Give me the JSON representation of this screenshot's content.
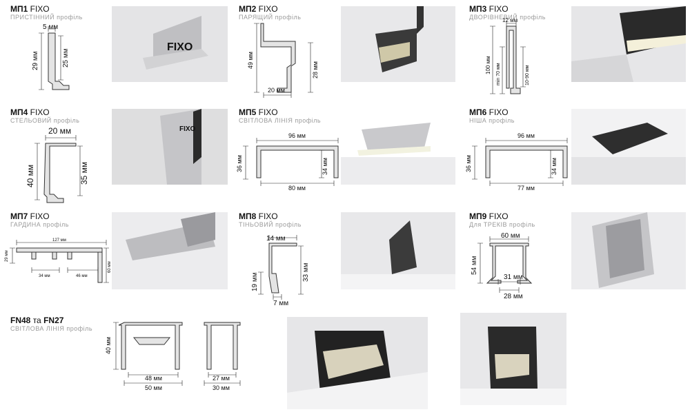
{
  "profiles": [
    {
      "code": "МП1",
      "brand": "FIXO",
      "subtitle": "ПРИСТІННИЙ профіль",
      "dims": [
        "5 мм",
        "29 мм",
        "25 мм"
      ]
    },
    {
      "code": "МП2",
      "brand": "FIXO",
      "subtitle": "ПАРЯЩИЙ профіль",
      "dims": [
        "49 мм",
        "28 мм",
        "20 мм"
      ]
    },
    {
      "code": "МП3",
      "brand": "FIXO",
      "subtitle": "ДВОРІВНЕВИЙ профіль",
      "dims": [
        "12 мм",
        "100 мм",
        "min 70 мм",
        "10-90 мм"
      ]
    },
    {
      "code": "МП4",
      "brand": "FIXO",
      "subtitle": "СТЕЛЬОВИЙ профіль",
      "dims": [
        "20 мм",
        "40 мм",
        "35 мм"
      ]
    },
    {
      "code": "МП5",
      "brand": "FIXO",
      "subtitle": "СВІТЛОВА ЛІНІЯ профіль",
      "dims": [
        "96 мм",
        "36 мм",
        "34 мм",
        "80 мм"
      ]
    },
    {
      "code": "МП6",
      "brand": "FIXO",
      "subtitle": "НІША профіль",
      "dims": [
        "96 мм",
        "36 мм",
        "34 мм",
        "77 мм"
      ]
    },
    {
      "code": "МП7",
      "brand": "FIXO",
      "subtitle": "ГАРДИНА профіль",
      "dims": [
        "127 мм",
        "29 мм",
        "34 мм",
        "46 мм",
        "60 мм"
      ]
    },
    {
      "code": "МП8",
      "brand": "FIXO",
      "subtitle": "ТІНЬОВИЙ профіль",
      "dims": [
        "14 мм",
        "19 мм",
        "33 мм",
        "7 мм"
      ]
    },
    {
      "code": "МП9",
      "brand": "FIXO",
      "subtitle": "Для ТРЕКІВ профіль",
      "dims": [
        "60 мм",
        "54 мм",
        "31 мм",
        "28 мм"
      ]
    }
  ],
  "fn": {
    "code_a": "FN48",
    "conj": "та",
    "code_b": "FN27",
    "subtitle": "СВІТЛОВА ЛІНІЯ профіль",
    "dims": [
      "40 мм",
      "48 мм",
      "50 мм",
      "27 мм",
      "30 мм"
    ]
  },
  "photo_labels": {
    "mp1_logo": "FIXO",
    "mp4_logo": "FIXO"
  }
}
